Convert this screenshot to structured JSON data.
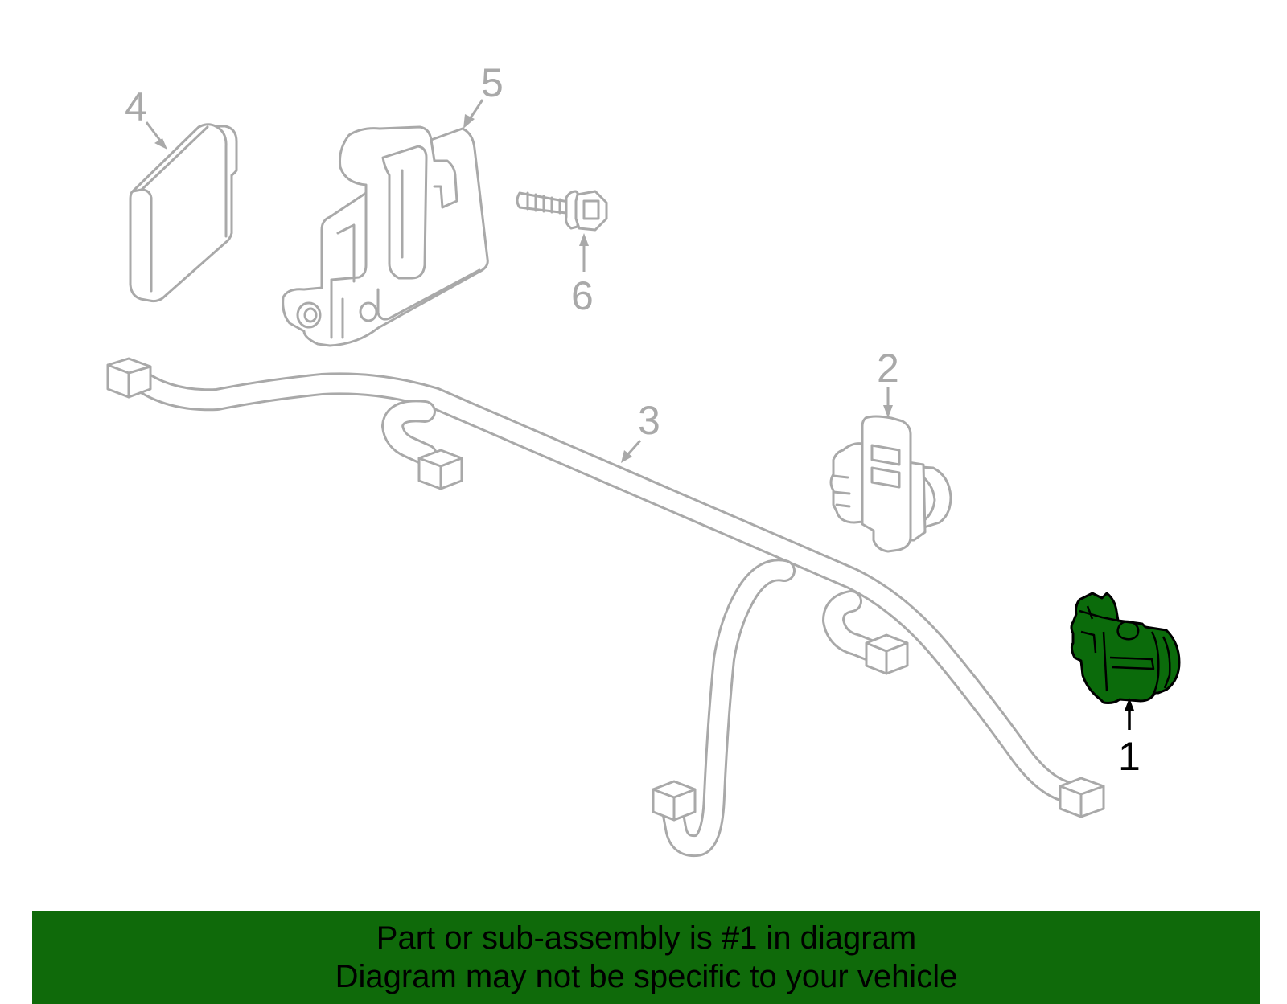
{
  "callouts": [
    {
      "number": "1",
      "part": "sensor",
      "highlighted": true
    },
    {
      "number": "2",
      "part": "sensor-bracket",
      "highlighted": false
    },
    {
      "number": "3",
      "part": "wire-harness",
      "highlighted": false
    },
    {
      "number": "4",
      "part": "module-cover",
      "highlighted": false
    },
    {
      "number": "5",
      "part": "mounting-bracket",
      "highlighted": false
    },
    {
      "number": "6",
      "part": "bolt",
      "highlighted": false
    }
  ],
  "banner": {
    "line1": "Part or sub-assembly is #1 in diagram",
    "line2": "Diagram may not be specific to your vehicle"
  },
  "colors": {
    "highlight": "#0b6b0b",
    "banner": "#0f6a0a",
    "outline": "#a9a9a9"
  }
}
